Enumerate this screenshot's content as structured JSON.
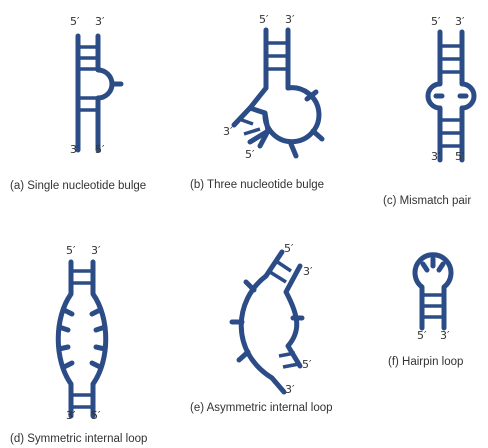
{
  "colors": {
    "strand": "#2b4c86",
    "text": "#333333",
    "background": "#ffffff"
  },
  "panels": [
    {
      "id": "a",
      "caption": "(a) Single nucleotide bulge",
      "ends": [
        "5′",
        "3′",
        "3′",
        "5′"
      ]
    },
    {
      "id": "b",
      "caption": "(b) Three nucleotide bulge",
      "ends": [
        "5′",
        "3′",
        "3′",
        "5′"
      ]
    },
    {
      "id": "c",
      "caption": "(c) Mismatch pair",
      "ends": [
        "5′",
        "3′",
        "3′",
        "5′"
      ]
    },
    {
      "id": "d",
      "caption": "(d) Symmetric internal loop",
      "ends": [
        "5′",
        "3′",
        "3′",
        "5′"
      ]
    },
    {
      "id": "e",
      "caption": "(e) Asymmetric internal loop",
      "ends": [
        "5′",
        "3′",
        "5′",
        "3′"
      ]
    },
    {
      "id": "f",
      "caption": "(f) Hairpin loop",
      "ends": [
        "5′",
        "3′"
      ]
    }
  ]
}
